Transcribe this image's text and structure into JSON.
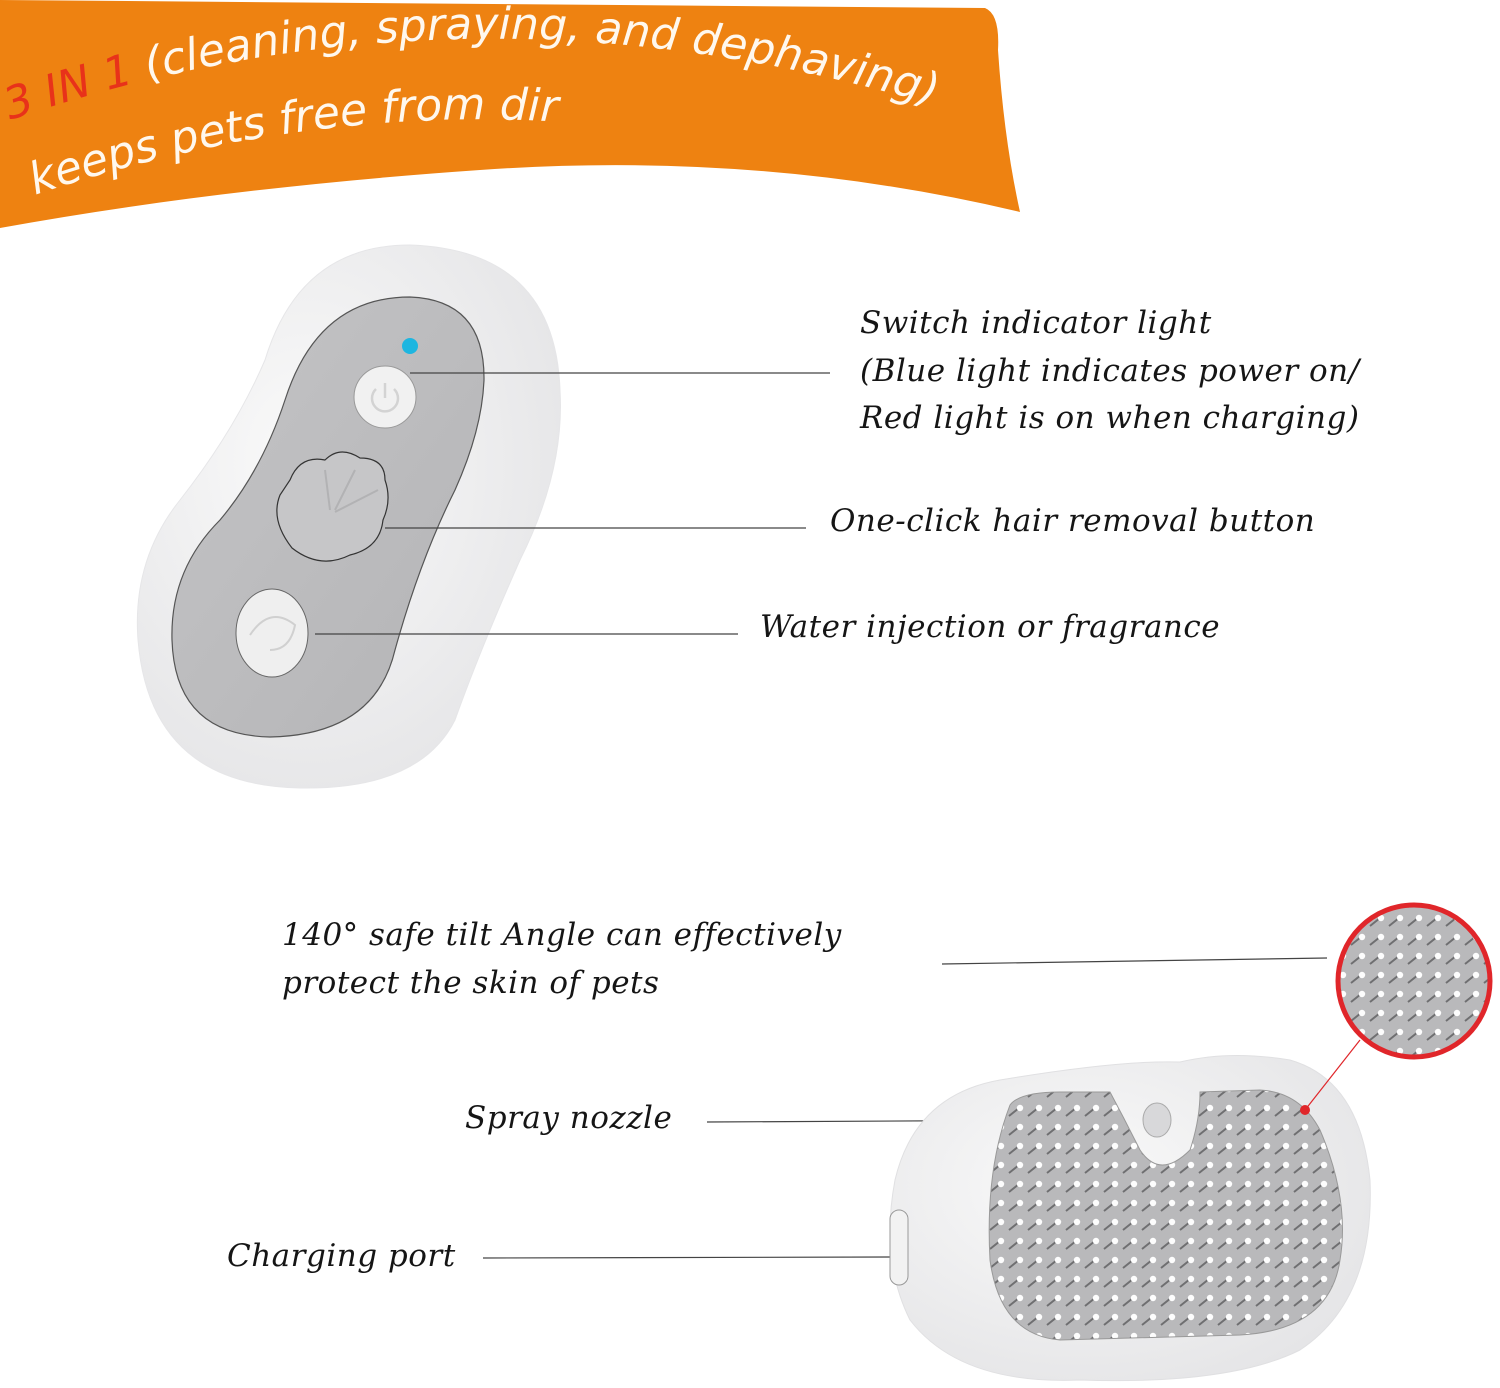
{
  "banner": {
    "accent": "3 IN 1",
    "line1_rest": " (cleaning, spraying, and dephaving)",
    "line2": "keeps pets free from dirt",
    "color": "#ee8211",
    "accent_color": "#e8321a"
  },
  "callouts": {
    "switch_title": "Switch indicator light",
    "switch_line2": "(Blue light indicates power on/",
    "switch_line3": "Red light is on when charging)",
    "hair_removal": "One-click hair removal button",
    "water": "Water injection or fragrance",
    "tilt_line1": "140° safe tilt Angle can effectively",
    "tilt_line2": "protect the skin of pets",
    "spray": "Spray nozzle",
    "charging": "Charging port"
  },
  "colors": {
    "indicator_led": "#1eb6e0",
    "zoom_ring": "#e0262a"
  }
}
